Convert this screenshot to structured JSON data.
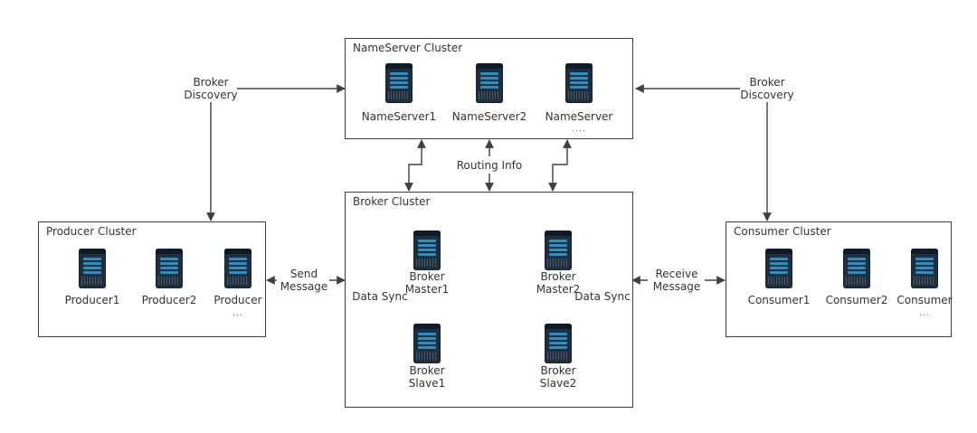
{
  "clusters": {
    "nameserver": {
      "title": "NameServer Cluster",
      "servers": [
        {
          "label": "NameServer1"
        },
        {
          "label": "NameServer2"
        },
        {
          "label": "NameServer",
          "ellipsis": "...."
        }
      ]
    },
    "broker": {
      "title": "Broker Cluster",
      "master1": [
        "Broker",
        "Master1"
      ],
      "slave1": [
        "Broker",
        "Slave1"
      ],
      "master2": [
        "Broker",
        "Master2"
      ],
      "slave2": [
        "Broker",
        "Slave2"
      ],
      "sync_label_left": "Data Sync",
      "sync_label_right": "Data Sync"
    },
    "producer": {
      "title": "Producer Cluster",
      "servers": [
        {
          "label": "Producer1"
        },
        {
          "label": "Producer2"
        },
        {
          "label": "Producer",
          "ellipsis": "..."
        }
      ]
    },
    "consumer": {
      "title": "Consumer Cluster",
      "servers": [
        {
          "label": "Consumer1"
        },
        {
          "label": "Consumer2"
        },
        {
          "label": "Consumer",
          "ellipsis": "..."
        }
      ]
    }
  },
  "connections": {
    "broker_discovery_left": [
      "Broker",
      "Discovery"
    ],
    "broker_discovery_right": [
      "Broker",
      "Discovery"
    ],
    "routing_info": "Routing Info",
    "send_message": [
      "Send",
      "Message"
    ],
    "receive_message": [
      "Receive",
      "Message"
    ]
  },
  "icons": {
    "server": "server-rack-icon"
  },
  "colors": {
    "server_body": "#1f2f3d",
    "server_accent": "#2e8ec2",
    "lines": "#404040"
  }
}
